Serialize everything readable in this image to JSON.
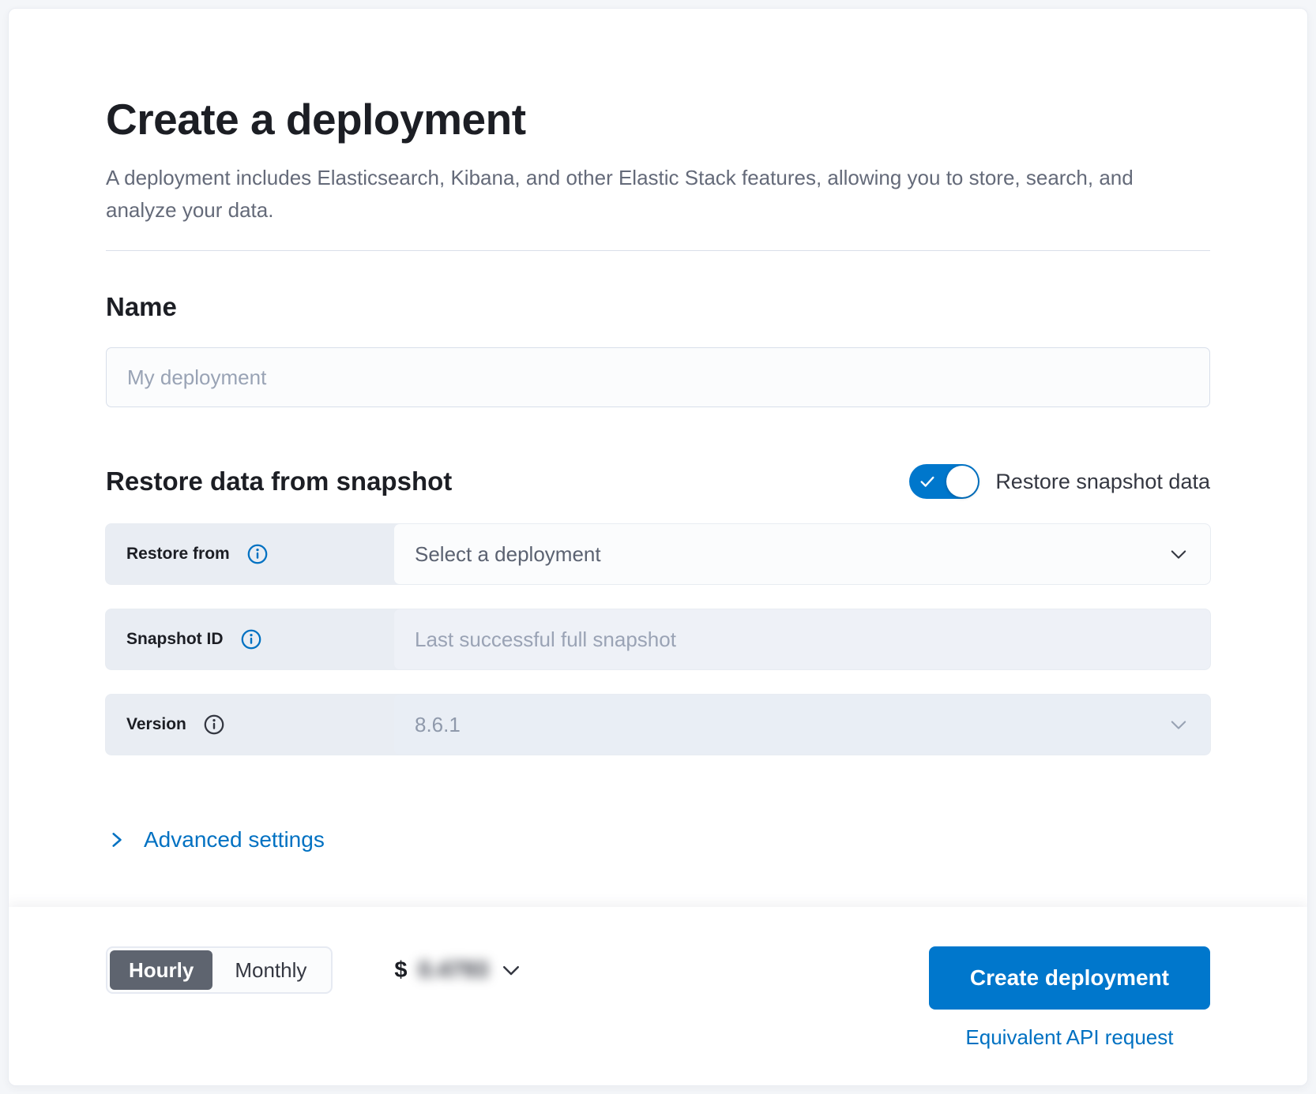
{
  "page": {
    "title": "Create a deployment",
    "description": "A deployment includes Elasticsearch, Kibana, and other Elastic Stack features, allowing you to store, search, and analyze your data."
  },
  "name_section": {
    "heading": "Name",
    "input_value": "",
    "input_placeholder": "My deployment"
  },
  "restore_section": {
    "heading": "Restore data from snapshot",
    "toggle_label": "Restore snapshot data",
    "toggle_on": true,
    "rows": [
      {
        "label": "Restore from",
        "value": "Select a deployment",
        "info_icon": "info-icon-blue",
        "control": "select",
        "enabled": true
      },
      {
        "label": "Snapshot ID",
        "value": "Last successful full snapshot",
        "info_icon": "info-icon-blue",
        "control": "text",
        "enabled": false
      },
      {
        "label": "Version",
        "value": "8.6.1",
        "info_icon": "info-icon-dark",
        "control": "select",
        "enabled": false
      }
    ]
  },
  "advanced_settings": {
    "label": "Advanced settings"
  },
  "bottom_bar": {
    "billing_options": [
      "Hourly",
      "Monthly"
    ],
    "selected_billing": "Hourly",
    "price_currency": "$",
    "price_value_blurred": "0.4793",
    "create_button_label": "Create deployment",
    "api_link_label": "Equivalent API request"
  },
  "colors": {
    "primary_blue": "#0077CC",
    "link_blue": "#0071C2",
    "heading_text": "#1C1E24",
    "body_text": "#646A79",
    "row_label_bg": "#E9EDF3",
    "disabled_field_bg": "#EEF1F7",
    "selected_segment_bg": "#5E646F",
    "toggle_on_bg": "#0077CC"
  }
}
